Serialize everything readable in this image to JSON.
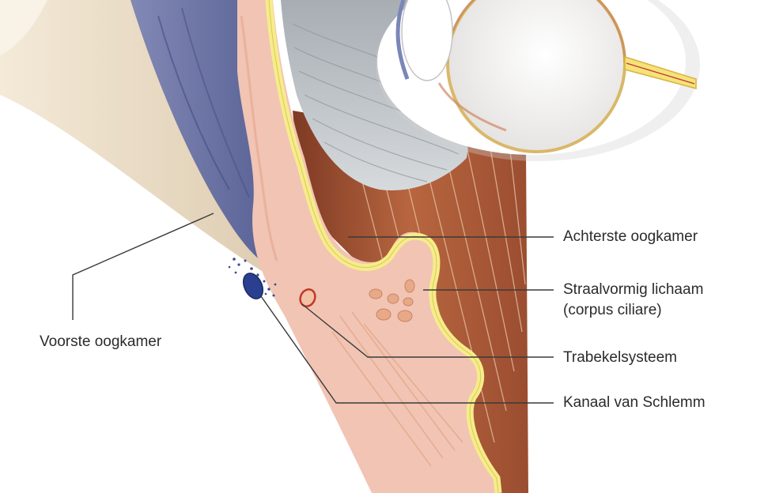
{
  "labels": {
    "voorste_oogkamer": "Voorste oogkamer",
    "achterste_oogkamer": "Achterste oogkamer",
    "straalvormig_lichaam_line1": "Straalvormig lichaam",
    "straalvormig_lichaam_line2": "(corpus ciliare)",
    "trabekelsysteem": "Trabekelsysteem",
    "kanaal_van_schlemm": "Kanaal van Schlemm"
  },
  "colors": {
    "cornea_beige": "#e9dcc4",
    "sclera_blue": "#6a73a6",
    "tissue_pink": "#f1c4b4",
    "yellow_membrane": "#f6ec8a",
    "muscle_brown": "#a8583c",
    "lens_grey": "#b9bfc4",
    "schlemm_blue": "#2a3f8f",
    "leader_line": "#3a3a3a"
  }
}
